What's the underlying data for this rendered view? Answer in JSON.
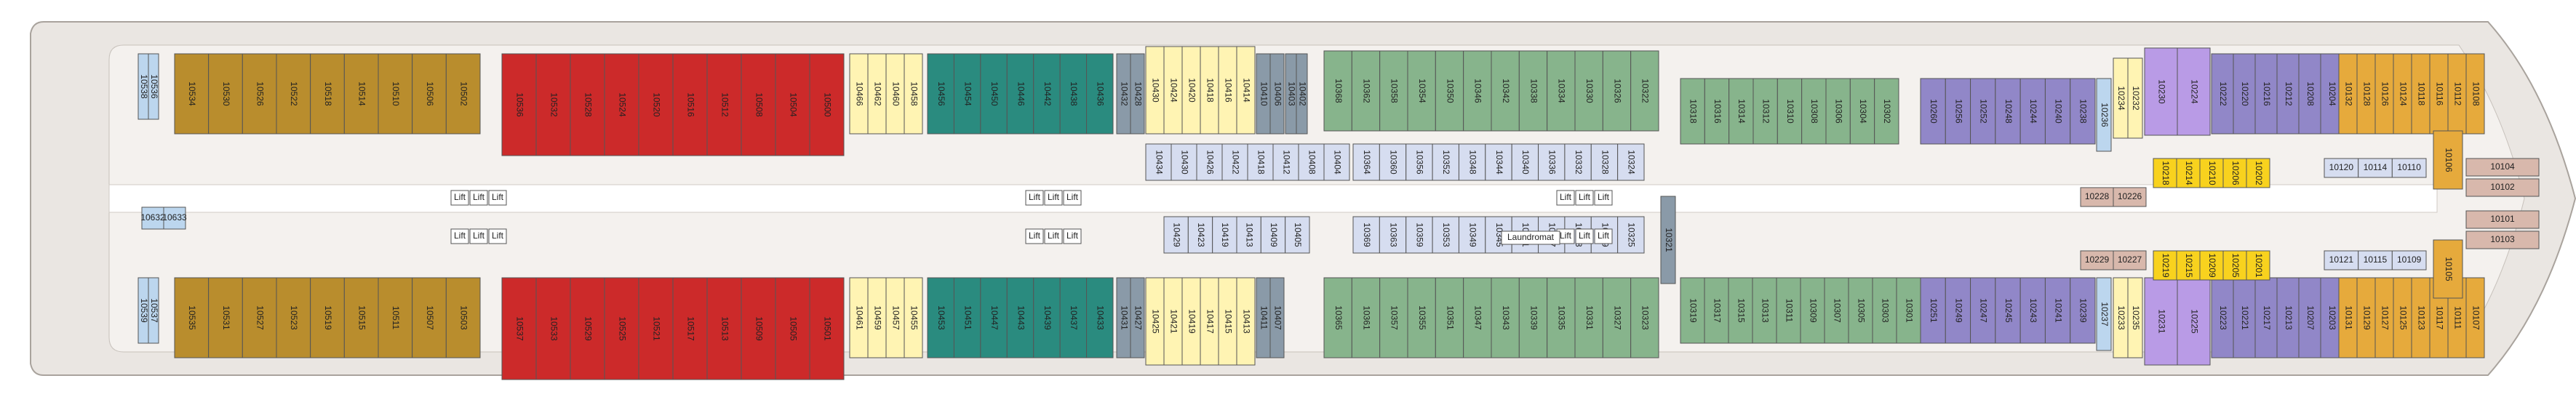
{
  "palette": {
    "blue": "#bcd6ee",
    "brown": "#b98d2d",
    "red": "#cc2a2a",
    "cream": "#fff4b3",
    "teal": "#2a8b7f",
    "slate": "#8a9aa8",
    "green": "#87b48c",
    "purple": "#9187c8",
    "violet": "#b99be6",
    "lavender": "#d6ddf0",
    "gold": "#e6aa3c",
    "yellow": "#f8d21e",
    "taupe": "#d8b8ac",
    "hull": "#eae6e2",
    "deck": "#f4f1ee"
  },
  "labels": {
    "lift": "Lift",
    "laundromat": "Laundromat"
  },
  "cabins": [
    {
      "n": "10538",
      "c": "blue"
    },
    {
      "n": "10536",
      "c": "blue"
    },
    {
      "n": "10632",
      "c": "blue"
    },
    {
      "n": "10633",
      "c": "blue"
    },
    {
      "n": "10539",
      "c": "blue"
    },
    {
      "n": "10537",
      "c": "blue"
    },
    {
      "n": "10534",
      "c": "brown"
    },
    {
      "n": "10530",
      "c": "brown"
    },
    {
      "n": "10526",
      "c": "brown"
    },
    {
      "n": "10522",
      "c": "brown"
    },
    {
      "n": "10518",
      "c": "brown"
    },
    {
      "n": "10514",
      "c": "brown"
    },
    {
      "n": "10510",
      "c": "brown"
    },
    {
      "n": "10506",
      "c": "brown"
    },
    {
      "n": "10502",
      "c": "brown"
    },
    {
      "n": "10535",
      "c": "brown"
    },
    {
      "n": "10531",
      "c": "brown"
    },
    {
      "n": "10527",
      "c": "brown"
    },
    {
      "n": "10523",
      "c": "brown"
    },
    {
      "n": "10519",
      "c": "brown"
    },
    {
      "n": "10515",
      "c": "brown"
    },
    {
      "n": "10511",
      "c": "brown"
    },
    {
      "n": "10507",
      "c": "brown"
    },
    {
      "n": "10503",
      "c": "brown"
    },
    {
      "n": "10536",
      "c": "red"
    },
    {
      "n": "10532",
      "c": "red"
    },
    {
      "n": "10528",
      "c": "red"
    },
    {
      "n": "10524",
      "c": "red"
    },
    {
      "n": "10520",
      "c": "red"
    },
    {
      "n": "10516",
      "c": "red"
    },
    {
      "n": "10512",
      "c": "red"
    },
    {
      "n": "10508",
      "c": "red"
    },
    {
      "n": "10504",
      "c": "red"
    },
    {
      "n": "10500",
      "c": "red"
    },
    {
      "n": "10537",
      "c": "red"
    },
    {
      "n": "10533",
      "c": "red"
    },
    {
      "n": "10529",
      "c": "red"
    },
    {
      "n": "10525",
      "c": "red"
    },
    {
      "n": "10521",
      "c": "red"
    },
    {
      "n": "10517",
      "c": "red"
    },
    {
      "n": "10513",
      "c": "red"
    },
    {
      "n": "10509",
      "c": "red"
    },
    {
      "n": "10505",
      "c": "red"
    },
    {
      "n": "10501",
      "c": "red"
    },
    {
      "n": "10466",
      "c": "cream"
    },
    {
      "n": "10462",
      "c": "cream"
    },
    {
      "n": "10460",
      "c": "cream"
    },
    {
      "n": "10458",
      "c": "cream"
    },
    {
      "n": "10461",
      "c": "cream"
    },
    {
      "n": "10459",
      "c": "cream"
    },
    {
      "n": "10457",
      "c": "cream"
    },
    {
      "n": "10455",
      "c": "cream"
    },
    {
      "n": "10456",
      "c": "teal"
    },
    {
      "n": "10454",
      "c": "teal"
    },
    {
      "n": "10450",
      "c": "teal"
    },
    {
      "n": "10446",
      "c": "teal"
    },
    {
      "n": "10442",
      "c": "teal"
    },
    {
      "n": "10438",
      "c": "teal"
    },
    {
      "n": "10436",
      "c": "teal"
    },
    {
      "n": "10453",
      "c": "teal"
    },
    {
      "n": "10451",
      "c": "teal"
    },
    {
      "n": "10447",
      "c": "teal"
    },
    {
      "n": "10443",
      "c": "teal"
    },
    {
      "n": "10439",
      "c": "teal"
    },
    {
      "n": "10437",
      "c": "teal"
    },
    {
      "n": "10433",
      "c": "teal"
    },
    {
      "n": "10432",
      "c": "slate"
    },
    {
      "n": "10428",
      "c": "slate"
    },
    {
      "n": "10431",
      "c": "slate"
    },
    {
      "n": "10427",
      "c": "slate"
    },
    {
      "n": "10430",
      "c": "cream"
    },
    {
      "n": "10424",
      "c": "cream"
    },
    {
      "n": "10420",
      "c": "cream"
    },
    {
      "n": "10418",
      "c": "cream"
    },
    {
      "n": "10416",
      "c": "cream"
    },
    {
      "n": "10414",
      "c": "cream"
    },
    {
      "n": "10425",
      "c": "cream"
    },
    {
      "n": "10421",
      "c": "cream"
    },
    {
      "n": "10419",
      "c": "cream"
    },
    {
      "n": "10417",
      "c": "cream"
    },
    {
      "n": "10415",
      "c": "cream"
    },
    {
      "n": "10413",
      "c": "cream"
    },
    {
      "n": "10410",
      "c": "slate"
    },
    {
      "n": "10406",
      "c": "slate"
    },
    {
      "n": "10411",
      "c": "slate"
    },
    {
      "n": "10407",
      "c": "slate"
    },
    {
      "n": "10403",
      "c": "slate"
    },
    {
      "n": "10402",
      "c": "slate"
    },
    {
      "n": "10434",
      "c": "lavender"
    },
    {
      "n": "10430",
      "c": "lavender"
    },
    {
      "n": "10426",
      "c": "lavender"
    },
    {
      "n": "10422",
      "c": "lavender"
    },
    {
      "n": "10418",
      "c": "lavender"
    },
    {
      "n": "10412",
      "c": "lavender"
    },
    {
      "n": "10408",
      "c": "lavender"
    },
    {
      "n": "10404",
      "c": "lavender"
    },
    {
      "n": "10429",
      "c": "lavender"
    },
    {
      "n": "10423",
      "c": "lavender"
    },
    {
      "n": "10419",
      "c": "lavender"
    },
    {
      "n": "10413",
      "c": "lavender"
    },
    {
      "n": "10409",
      "c": "lavender"
    },
    {
      "n": "10405",
      "c": "lavender"
    },
    {
      "n": "10368",
      "c": "green"
    },
    {
      "n": "10362",
      "c": "green"
    },
    {
      "n": "10358",
      "c": "green"
    },
    {
      "n": "10354",
      "c": "green"
    },
    {
      "n": "10350",
      "c": "green"
    },
    {
      "n": "10346",
      "c": "green"
    },
    {
      "n": "10342",
      "c": "green"
    },
    {
      "n": "10338",
      "c": "green"
    },
    {
      "n": "10334",
      "c": "green"
    },
    {
      "n": "10330",
      "c": "green"
    },
    {
      "n": "10326",
      "c": "green"
    },
    {
      "n": "10322",
      "c": "green"
    },
    {
      "n": "10365",
      "c": "green"
    },
    {
      "n": "10361",
      "c": "green"
    },
    {
      "n": "10357",
      "c": "green"
    },
    {
      "n": "10355",
      "c": "green"
    },
    {
      "n": "10351",
      "c": "green"
    },
    {
      "n": "10347",
      "c": "green"
    },
    {
      "n": "10343",
      "c": "green"
    },
    {
      "n": "10339",
      "c": "green"
    },
    {
      "n": "10335",
      "c": "green"
    },
    {
      "n": "10331",
      "c": "green"
    },
    {
      "n": "10327",
      "c": "green"
    },
    {
      "n": "10323",
      "c": "green"
    },
    {
      "n": "10364",
      "c": "lavender"
    },
    {
      "n": "10360",
      "c": "lavender"
    },
    {
      "n": "10356",
      "c": "lavender"
    },
    {
      "n": "10352",
      "c": "lavender"
    },
    {
      "n": "10348",
      "c": "lavender"
    },
    {
      "n": "10344",
      "c": "lavender"
    },
    {
      "n": "10340",
      "c": "lavender"
    },
    {
      "n": "10336",
      "c": "lavender"
    },
    {
      "n": "10332",
      "c": "lavender"
    },
    {
      "n": "10328",
      "c": "lavender"
    },
    {
      "n": "10324",
      "c": "lavender"
    },
    {
      "n": "10369",
      "c": "lavender"
    },
    {
      "n": "10363",
      "c": "lavender"
    },
    {
      "n": "10359",
      "c": "lavender"
    },
    {
      "n": "10353",
      "c": "lavender"
    },
    {
      "n": "10349",
      "c": "lavender"
    },
    {
      "n": "10345",
      "c": "lavender"
    },
    {
      "n": "10341",
      "c": "lavender"
    },
    {
      "n": "10337",
      "c": "lavender"
    },
    {
      "n": "10333",
      "c": "lavender"
    },
    {
      "n": "10329",
      "c": "lavender"
    },
    {
      "n": "10325",
      "c": "lavender"
    },
    {
      "n": "10321",
      "c": "slate"
    },
    {
      "n": "10318",
      "c": "green"
    },
    {
      "n": "10316",
      "c": "green"
    },
    {
      "n": "10314",
      "c": "green"
    },
    {
      "n": "10312",
      "c": "green"
    },
    {
      "n": "10310",
      "c": "green"
    },
    {
      "n": "10308",
      "c": "green"
    },
    {
      "n": "10306",
      "c": "green"
    },
    {
      "n": "10304",
      "c": "green"
    },
    {
      "n": "10302",
      "c": "green"
    },
    {
      "n": "10319",
      "c": "green"
    },
    {
      "n": "10317",
      "c": "green"
    },
    {
      "n": "10315",
      "c": "green"
    },
    {
      "n": "10313",
      "c": "green"
    },
    {
      "n": "10311",
      "c": "green"
    },
    {
      "n": "10309",
      "c": "green"
    },
    {
      "n": "10307",
      "c": "green"
    },
    {
      "n": "10305",
      "c": "green"
    },
    {
      "n": "10303",
      "c": "green"
    },
    {
      "n": "10301",
      "c": "green"
    },
    {
      "n": "10260",
      "c": "purple"
    },
    {
      "n": "10256",
      "c": "purple"
    },
    {
      "n": "10252",
      "c": "purple"
    },
    {
      "n": "10248",
      "c": "purple"
    },
    {
      "n": "10244",
      "c": "purple"
    },
    {
      "n": "10240",
      "c": "purple"
    },
    {
      "n": "10238",
      "c": "purple"
    },
    {
      "n": "10251",
      "c": "purple"
    },
    {
      "n": "10249",
      "c": "purple"
    },
    {
      "n": "10247",
      "c": "purple"
    },
    {
      "n": "10245",
      "c": "purple"
    },
    {
      "n": "10243",
      "c": "purple"
    },
    {
      "n": "10241",
      "c": "purple"
    },
    {
      "n": "10239",
      "c": "purple"
    },
    {
      "n": "10236",
      "c": "blue"
    },
    {
      "n": "10237",
      "c": "blue"
    },
    {
      "n": "10234",
      "c": "cream"
    },
    {
      "n": "10232",
      "c": "cream"
    },
    {
      "n": "10233",
      "c": "cream"
    },
    {
      "n": "10235",
      "c": "cream"
    },
    {
      "n": "10230",
      "c": "violet"
    },
    {
      "n": "10224",
      "c": "violet"
    },
    {
      "n": "10231",
      "c": "violet"
    },
    {
      "n": "10225",
      "c": "violet"
    },
    {
      "n": "10222",
      "c": "purple"
    },
    {
      "n": "10220",
      "c": "purple"
    },
    {
      "n": "10216",
      "c": "purple"
    },
    {
      "n": "10212",
      "c": "purple"
    },
    {
      "n": "10208",
      "c": "purple"
    },
    {
      "n": "10204",
      "c": "purple"
    },
    {
      "n": "10223",
      "c": "purple"
    },
    {
      "n": "10221",
      "c": "purple"
    },
    {
      "n": "10217",
      "c": "purple"
    },
    {
      "n": "10213",
      "c": "purple"
    },
    {
      "n": "10207",
      "c": "purple"
    },
    {
      "n": "10203",
      "c": "purple"
    },
    {
      "n": "10228",
      "c": "taupe"
    },
    {
      "n": "10226",
      "c": "taupe"
    },
    {
      "n": "10229",
      "c": "taupe"
    },
    {
      "n": "10227",
      "c": "taupe"
    },
    {
      "n": "10218",
      "c": "yellow"
    },
    {
      "n": "10214",
      "c": "yellow"
    },
    {
      "n": "10210",
      "c": "yellow"
    },
    {
      "n": "10206",
      "c": "yellow"
    },
    {
      "n": "10202",
      "c": "yellow"
    },
    {
      "n": "10219",
      "c": "yellow"
    },
    {
      "n": "10215",
      "c": "yellow"
    },
    {
      "n": "10209",
      "c": "yellow"
    },
    {
      "n": "10205",
      "c": "yellow"
    },
    {
      "n": "10201",
      "c": "yellow"
    },
    {
      "n": "10132",
      "c": "gold"
    },
    {
      "n": "10128",
      "c": "gold"
    },
    {
      "n": "10126",
      "c": "gold"
    },
    {
      "n": "10124",
      "c": "gold"
    },
    {
      "n": "10118",
      "c": "gold"
    },
    {
      "n": "10116",
      "c": "gold"
    },
    {
      "n": "10112",
      "c": "gold"
    },
    {
      "n": "10108",
      "c": "gold"
    },
    {
      "n": "10131",
      "c": "gold"
    },
    {
      "n": "10129",
      "c": "gold"
    },
    {
      "n": "10127",
      "c": "gold"
    },
    {
      "n": "10125",
      "c": "gold"
    },
    {
      "n": "10123",
      "c": "gold"
    },
    {
      "n": "10117",
      "c": "gold"
    },
    {
      "n": "10111",
      "c": "gold"
    },
    {
      "n": "10107",
      "c": "gold"
    },
    {
      "n": "10120",
      "c": "lavender"
    },
    {
      "n": "10114",
      "c": "lavender"
    },
    {
      "n": "10110",
      "c": "lavender"
    },
    {
      "n": "10121",
      "c": "lavender"
    },
    {
      "n": "10115",
      "c": "lavender"
    },
    {
      "n": "10109",
      "c": "lavender"
    },
    {
      "n": "10106",
      "c": "gold"
    },
    {
      "n": "10105",
      "c": "gold"
    },
    {
      "n": "10104",
      "c": "taupe"
    },
    {
      "n": "10102",
      "c": "taupe"
    },
    {
      "n": "10101",
      "c": "taupe"
    },
    {
      "n": "10103",
      "c": "taupe"
    }
  ]
}
